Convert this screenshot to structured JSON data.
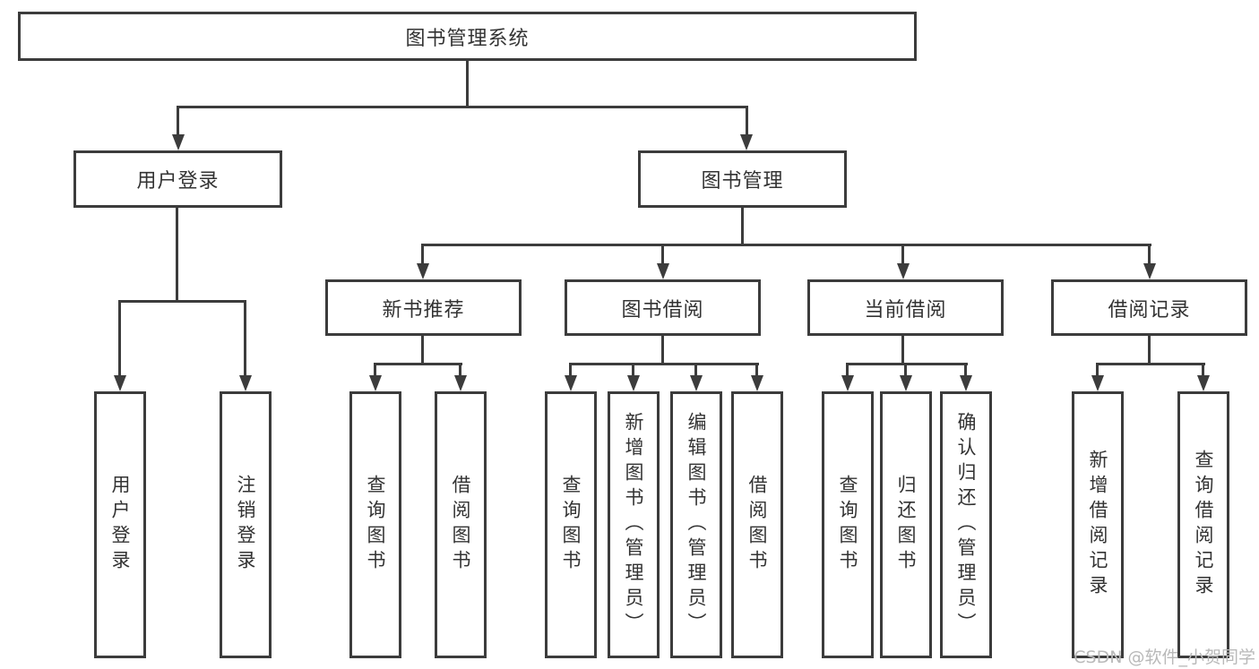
{
  "diagram": {
    "root": {
      "label": "图书管理系统"
    },
    "level2": [
      {
        "label": "用户登录"
      },
      {
        "label": "图书管理"
      }
    ],
    "level3": [
      {
        "label": "新书推荐"
      },
      {
        "label": "图书借阅"
      },
      {
        "label": "当前借阅"
      },
      {
        "label": "借阅记录"
      }
    ],
    "leaves": {
      "user_login": [
        "用户登录",
        "注销登录"
      ],
      "new_book_recommend": [
        "查询图书",
        "借阅图书"
      ],
      "book_borrow": [
        "查询图书",
        "新增图书（管理员）",
        "编辑图书（管理员）",
        "借阅图书"
      ],
      "current_borrow": [
        "查询图书",
        "归还图书",
        "确认归还（管理员）"
      ],
      "borrow_record": [
        "新增借阅记录",
        "查询借阅记录"
      ]
    }
  },
  "watermark": {
    "text": "CSDN @软件_小贺同学"
  },
  "colors": {
    "line": "#3c3c3c",
    "text": "#333333",
    "background": "#ffffff",
    "watermark": "#b9b9b9"
  }
}
